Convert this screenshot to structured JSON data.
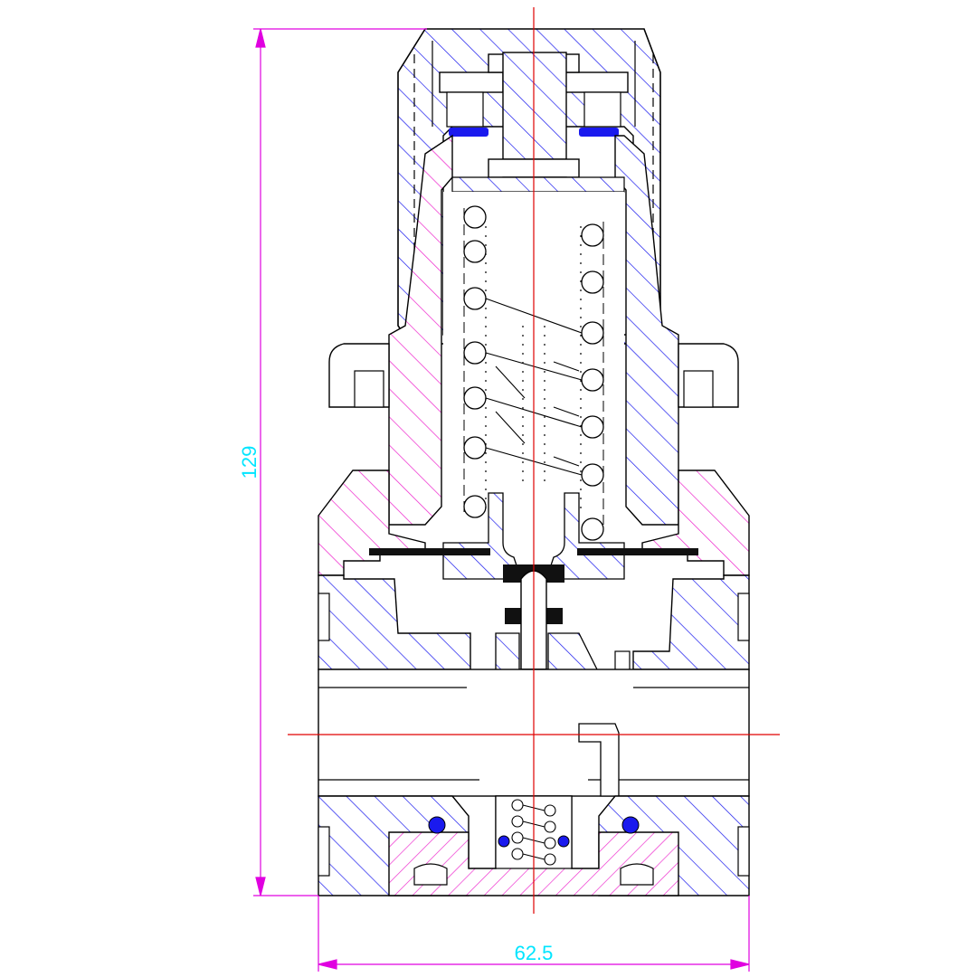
{
  "drawing": {
    "dimensions": {
      "height_label": "129",
      "width_label": "62.5"
    },
    "colors": {
      "background": "#ffffff",
      "outline": "#000000",
      "centerline": "#e00000",
      "dimension_line": "#e000e0",
      "dimension_text": "#00e5ff",
      "hatch_body": "#1a1aee",
      "hatch_section": "#ee22cc",
      "seal_fill": "#1a1aee",
      "gasket_fill": "#111111"
    },
    "parts": [
      "cap",
      "adjusting-screw",
      "lock-nut",
      "spring-bonnet",
      "main-spring",
      "diaphragm",
      "valve-stem",
      "valve-body",
      "inner-spring",
      "o-ring",
      "bottom-plug"
    ]
  }
}
